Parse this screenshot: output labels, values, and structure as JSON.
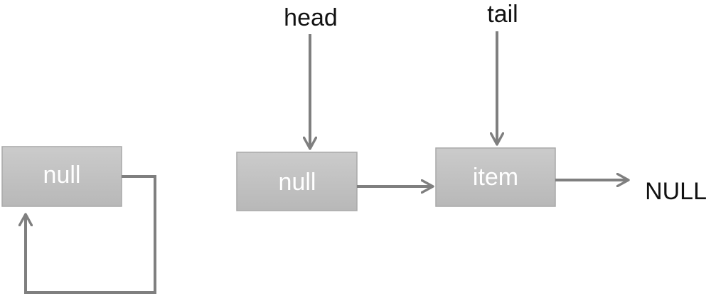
{
  "colors": {
    "node_fill": "#c2c2c2",
    "node_stroke": "#a9a9a9",
    "node_text": "#ffffff",
    "arrow": "#7f7f7f",
    "label": "#111111",
    "background": "#ffffff"
  },
  "left_diagram": {
    "node": {
      "label": "null"
    }
  },
  "right_diagram": {
    "head_label": "head",
    "tail_label": "tail",
    "null_node": {
      "label": "null"
    },
    "item_node": {
      "label": "item"
    },
    "terminal_label": "NULL"
  }
}
